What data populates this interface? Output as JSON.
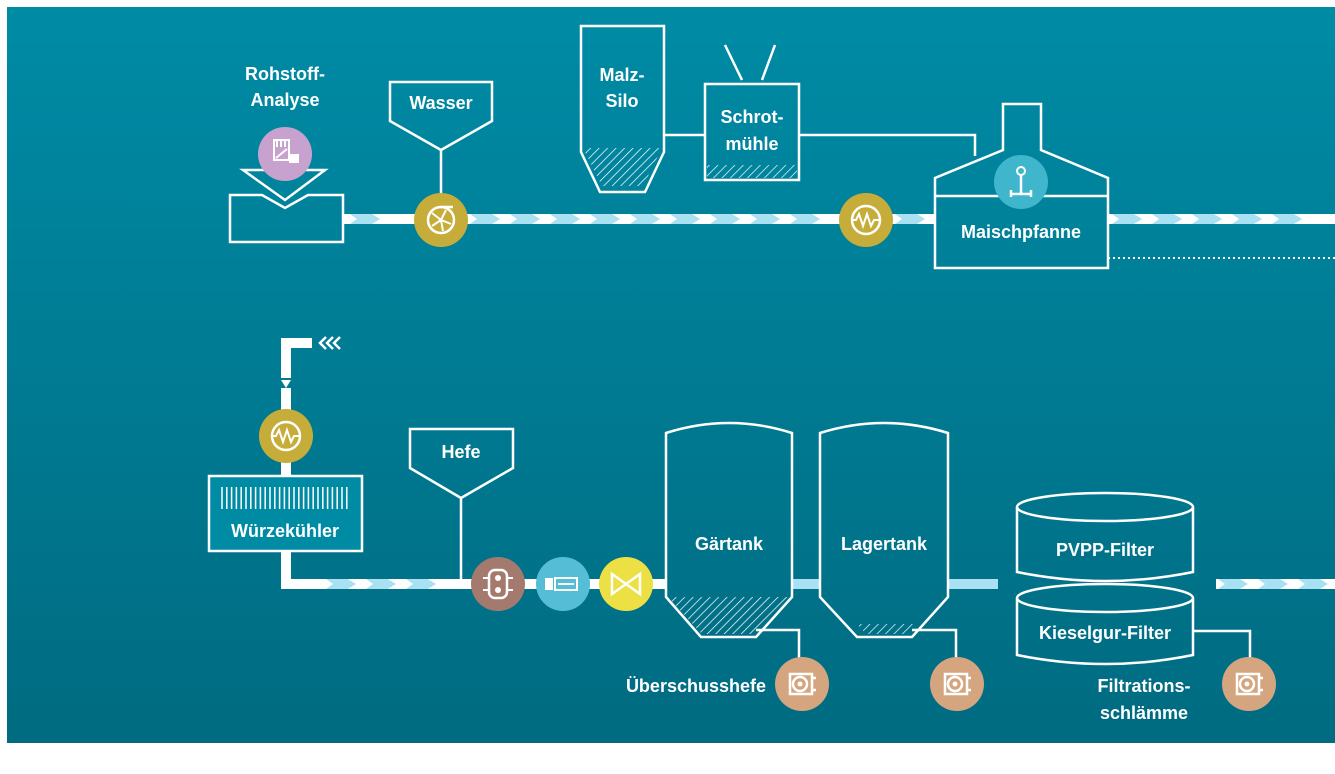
{
  "colors": {
    "background_top": "#008ba5",
    "background_bottom": "#006b81",
    "line": "#ffffff",
    "arrow": "#a9e0f2",
    "heat_exchanger": "#c6ad3a",
    "dosing": "#ede044",
    "pump": "#d4a57e",
    "analysis": "#c7a2ce",
    "valve_block": "#a57a6e",
    "agitator": "#3fb6cc",
    "flowmeter": "#56bdd6"
  },
  "labels": {
    "rohstoff_line1": "Rohstoff-",
    "rohstoff_line2": "Analyse",
    "wasser": "Wasser",
    "malz_line1": "Malz-",
    "malz_line2": "Silo",
    "schrot_line1": "Schrot-",
    "schrot_line2": "mühle",
    "maischpfanne": "Maischpfanne",
    "wuerzekuehler": "Würzekühler",
    "hefe": "Hefe",
    "gaertank": "Gärtank",
    "lagertank": "Lagertank",
    "pvpp": "PVPP-Filter",
    "kieselgur": "Kieselgur-Filter",
    "ueberschusshefe": "Überschusshefe",
    "filtration_line1": "Filtrations-",
    "filtration_line2": "schlämme"
  },
  "icons": {
    "analysis": "analysis-icon",
    "water_pump": "centrifugal-pump-icon",
    "heater_top": "heat-exchanger-icon",
    "agitator": "agitator-icon",
    "cooler_heat": "heat-exchanger-icon",
    "valve_block": "valve-block-icon",
    "flowmeter": "flowmeter-icon",
    "dosing_valve": "butterfly-valve-icon",
    "pump_hefe": "peristaltic-pump-icon",
    "pump_lager": "peristaltic-pump-icon",
    "pump_filter": "peristaltic-pump-icon"
  }
}
